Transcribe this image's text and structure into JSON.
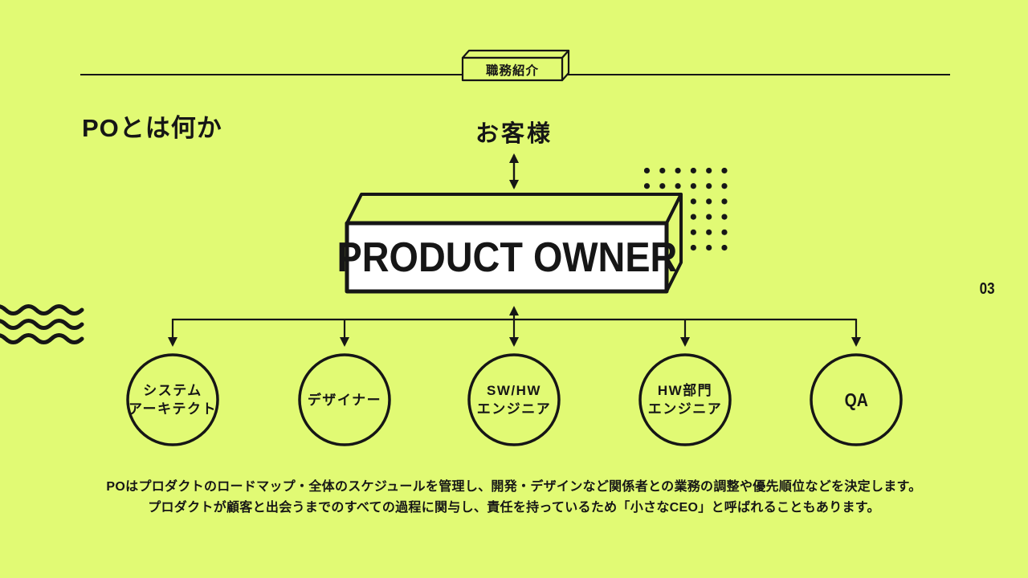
{
  "slide": {
    "colors": {
      "background": "#e1fa74",
      "ink": "#161616",
      "owner_box_fill": "#ffffff"
    },
    "tag": {
      "label": "職務紹介"
    },
    "page_number": "03",
    "title": "POとは何か",
    "diagram": {
      "customer": "お客様",
      "owner": "PRODUCT OWNER",
      "roles": [
        {
          "line1": "システム",
          "line2": "アーキテクト"
        },
        {
          "line1": "デザイナー",
          "line2": ""
        },
        {
          "line1": "SW/HW",
          "line2": "エンジニア"
        },
        {
          "line1": "HW部門",
          "line2": "エンジニア"
        },
        {
          "line1": "QA",
          "line2": ""
        }
      ]
    },
    "description": {
      "line1": "POはプロダクトのロードマップ・全体のスケジュールを管理し、開発・デザインなど関係者との業務の調整や優先順位などを決定します。",
      "line2": "プロダクトが顧客と出会うまでのすべての過程に関与し、責任を持っているため「小さなCEO」と呼ばれることもあります。"
    }
  }
}
